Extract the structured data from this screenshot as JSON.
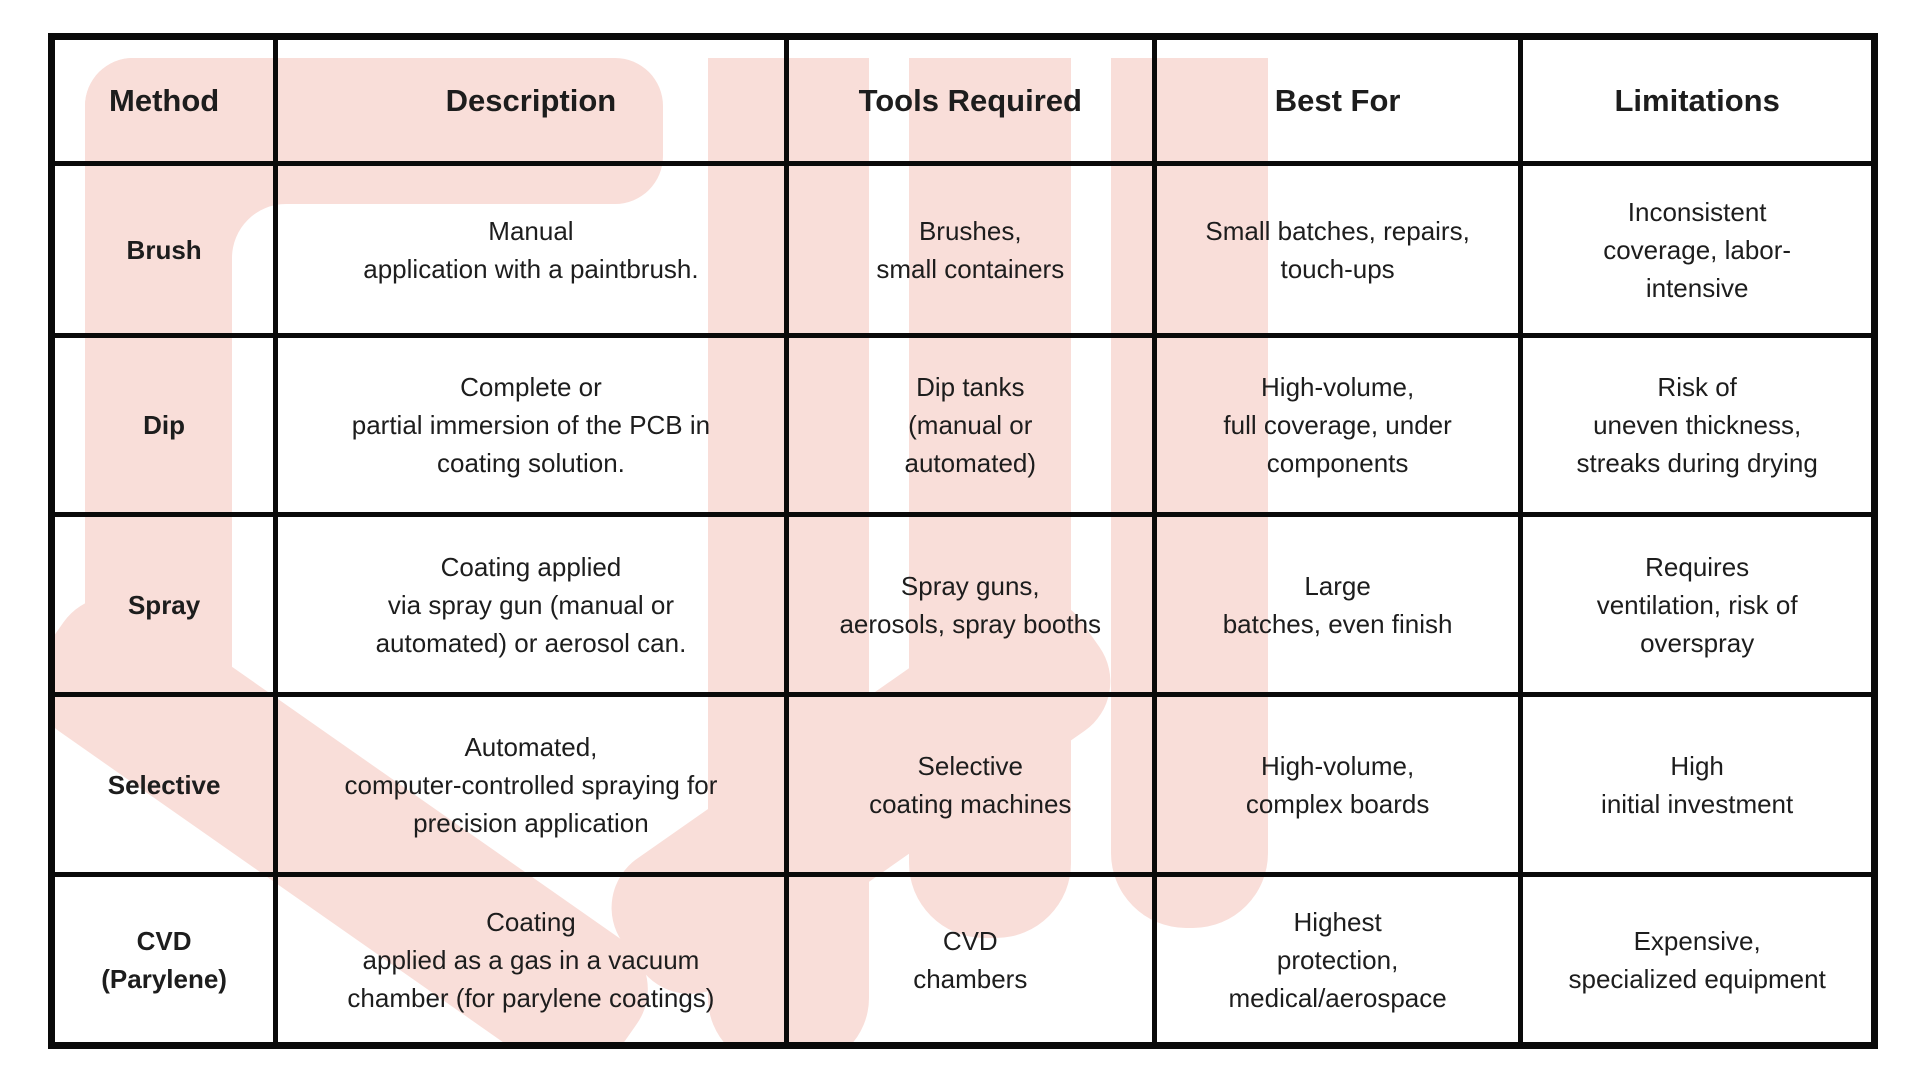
{
  "colors": {
    "watermark": "#f9ded9",
    "table_border": "#0a0a0a",
    "text": "#1d1d1d",
    "background": "#ffffff"
  },
  "table": {
    "columns": [
      "Method",
      "Description",
      "Tools Required",
      "Best For",
      "Limitations"
    ],
    "rows": [
      {
        "method": "Brush",
        "description": "Manual\napplication with a paintbrush.",
        "tools": "Brushes,\nsmall containers",
        "best_for": "Small  batches, repairs,\ntouch-ups",
        "limitations": "Inconsistent\ncoverage, labor-\nintensive"
      },
      {
        "method": "Dip",
        "description": "Complete or\npartial immersion of the PCB in\ncoating solution.",
        "tools": "Dip tanks\n(manual or\nautomated)",
        "best_for": "High-volume,\nfull coverage, under\ncomponents",
        "limitations": "Risk of\nuneven thickness,\nstreaks during drying"
      },
      {
        "method": "Spray",
        "description": "Coating applied\nvia spray gun (manual or\nautomated) or aerosol can.",
        "tools": "Spray guns,\naerosols, spray booths",
        "best_for": "Large\nbatches, even finish",
        "limitations": "Requires\nventilation, risk of\noverspray"
      },
      {
        "method": "Selective",
        "description": "Automated,\ncomputer-controlled spraying for\nprecision application",
        "tools": "Selective\ncoating machines",
        "best_for": "High-volume,\ncomplex boards",
        "limitations": "High\ninitial investment"
      },
      {
        "method": "CVD\n(Parylene)",
        "description": "Coating\napplied as a gas in a vacuum\nchamber (for parylene coatings)",
        "tools": "CVD\nchambers",
        "best_for": "Highest\nprotection,\nmedical/aerospace",
        "limitations": "Expensive,\nspecialized equipment"
      }
    ]
  }
}
